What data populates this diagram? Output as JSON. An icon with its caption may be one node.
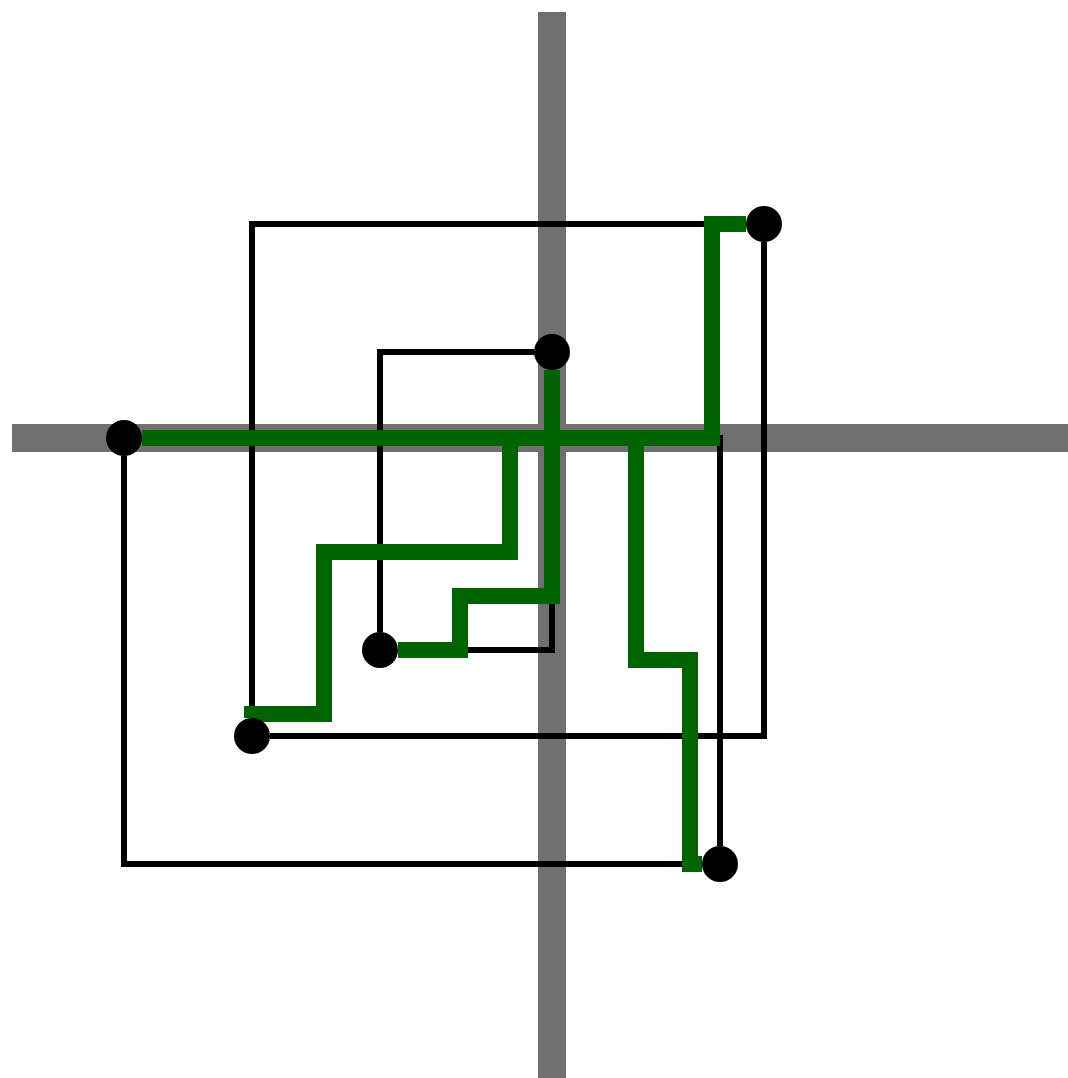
{
  "diagram": {
    "nodes": [
      {
        "text": [],
        "shape": "circle"
      },
      {
        "text": [],
        "shape": "circle"
      },
      {
        "text": [],
        "shape": "circle"
      },
      {
        "text": [],
        "shape": "circle"
      },
      {
        "text": [],
        "shape": "circle"
      },
      {
        "text": [],
        "shape": "circle"
      }
    ],
    "edges": [
      {
        "from": 0,
        "to": 4,
        "arrow": "none"
      },
      {
        "from": 0,
        "to": 4,
        "arrow": "none"
      },
      {
        "from": 1,
        "to": 5,
        "arrow": "none"
      },
      {
        "from": 1,
        "to": 5,
        "arrow": "none"
      },
      {
        "from": 2,
        "to": 3,
        "arrow": "none"
      },
      {
        "from": 2,
        "to": 3,
        "arrow": "none"
      },
      {
        "from": 0,
        "to": 5,
        "arrow": "none",
        "style": "thick",
        "color": "#006400"
      },
      {
        "from": 3,
        "to": 2,
        "arrow": "none",
        "style": "thick",
        "color": "#006400"
      },
      {
        "from": 1,
        "to": 0,
        "arrow": "none",
        "style": "thick",
        "color": "#006400"
      },
      {
        "from": 4,
        "to": 5,
        "arrow": "none",
        "style": "thick",
        "color": "#006400"
      }
    ]
  }
}
